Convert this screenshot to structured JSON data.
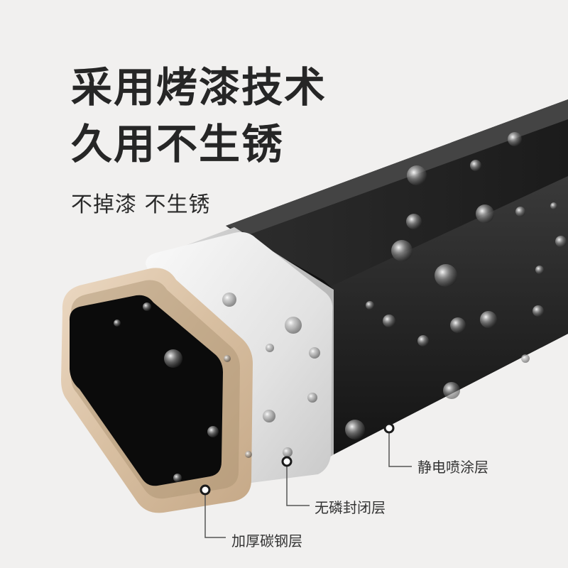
{
  "headline": {
    "line1": "采用烤漆技术",
    "line2": "久用不生锈"
  },
  "subheadline": "不掉漆 不生锈",
  "layers": [
    {
      "label": "静电喷涂层",
      "color": "#2b2b2b"
    },
    {
      "label": "无磷封闭层",
      "color": "#e6e6e6"
    },
    {
      "label": "加厚碳钢层",
      "color": "#d9c2a6"
    }
  ]
}
